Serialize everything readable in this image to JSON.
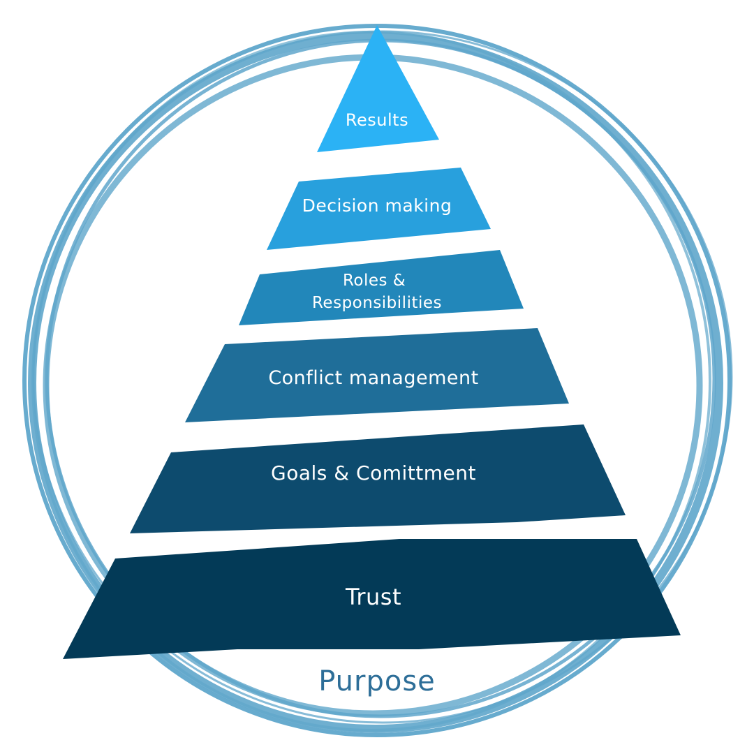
{
  "diagram": {
    "type": "pyramid",
    "ring_color": "#5fa6cb",
    "purpose_color": "#2d6e98",
    "purpose_label": "Purpose",
    "tiers": [
      {
        "label_lines": [
          "Results"
        ],
        "color": "#2bb2f5"
      },
      {
        "label_lines": [
          "Decision making"
        ],
        "color": "#28a0dd"
      },
      {
        "label_lines": [
          "Roles &",
          "Responsibilities"
        ],
        "color": "#2287ba"
      },
      {
        "label_lines": [
          "Conflict management"
        ],
        "color": "#1f6e99"
      },
      {
        "label_lines": [
          "Goals & Comittment"
        ],
        "color": "#0d4b6e"
      },
      {
        "label_lines": [
          "Trust"
        ],
        "color": "#033a57"
      }
    ]
  }
}
